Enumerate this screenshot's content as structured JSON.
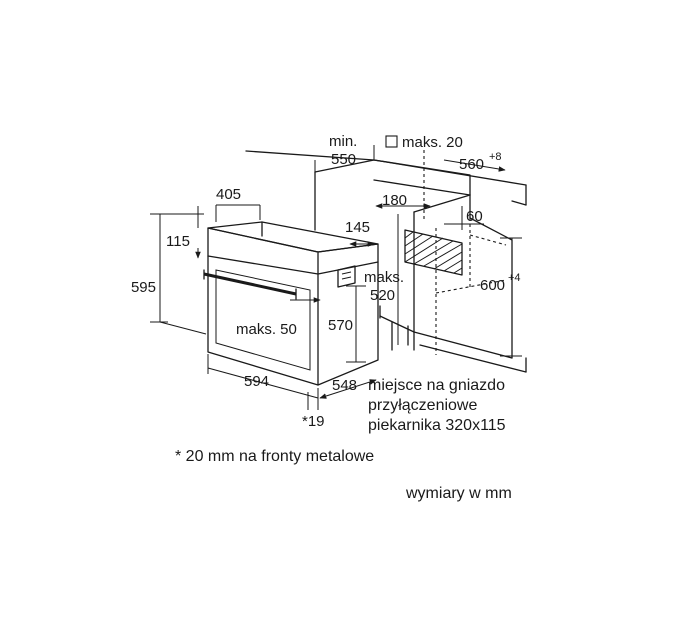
{
  "dimensions": {
    "min_label": "min.",
    "d550": "550",
    "maks20": "maks. 20",
    "d560": "560",
    "d560_tol": "+8",
    "d405": "405",
    "d180": "180",
    "d60": "60",
    "d145": "145",
    "d115": "115",
    "d595": "595",
    "maks_label": "maks.",
    "d520": "520",
    "d600": "600",
    "d600_tol": "+4",
    "maks50": "maks. 50",
    "d570": "570",
    "d594": "594",
    "d548": "548",
    "d19": "*19"
  },
  "socket_note": {
    "line1": "miejsce na gniazdo",
    "line2": "przyłączeniowe",
    "line3": "piekarnika 320x115"
  },
  "footnote": "* 20 mm na fronty metalowe",
  "units_note": "wymiary w mm",
  "colors": {
    "line": "#1a1a1a",
    "background": "#ffffff"
  }
}
